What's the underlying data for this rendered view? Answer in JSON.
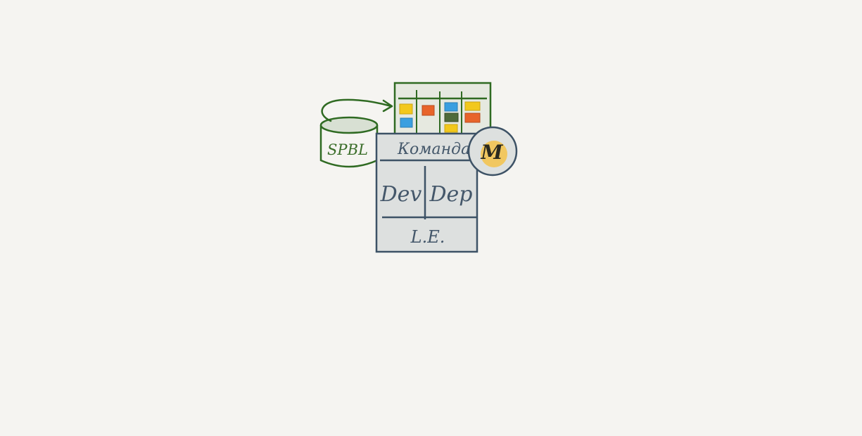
{
  "diagram": {
    "backlog_label": "SPBL",
    "team_title": "Команда",
    "roles": {
      "dev": "Dev",
      "dep": "Dep",
      "le": "L.E."
    },
    "manager_badge": "M",
    "colors": {
      "background": "#f5f4f1",
      "green_stroke": "#2f6a22",
      "slate_stroke": "#3d5266",
      "panel_fill": "#dde0df",
      "board_fill": "#e6e9e0",
      "badge_fill": "#f4c24a",
      "sticky_yellow": "#f2c81c",
      "sticky_blue": "#3a9fe0",
      "sticky_orange": "#e8642a",
      "sticky_olive": "#4e6a3a"
    }
  }
}
